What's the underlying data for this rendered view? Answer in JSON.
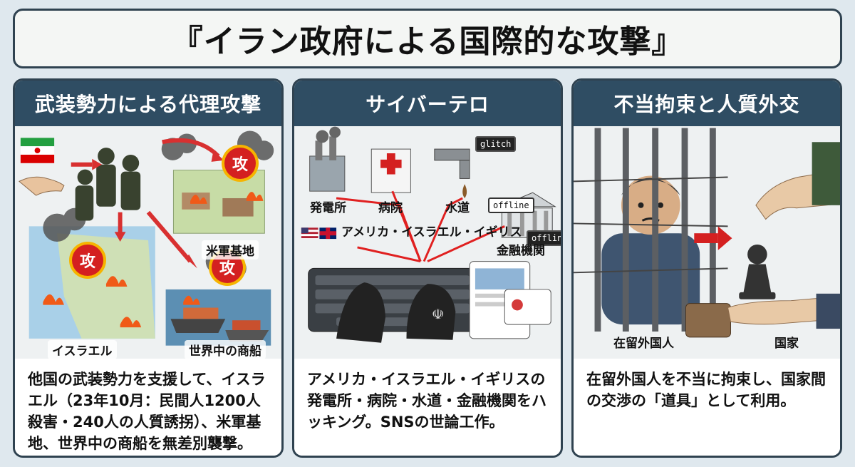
{
  "title": "『イラン政府による国際的な攻撃』",
  "panels": [
    {
      "heading": "武装勢力による代理攻撃",
      "labels": {
        "base": "米軍基地",
        "israel": "イスラエル",
        "ships": "世界中の商船",
        "attack": "攻"
      },
      "description": "他国の武装勢力を支援して、イスラエル（23年10月：民間人1200人殺害・240人の人質誘拐）、米軍基地、世界中の商船を無差別襲撃。"
    },
    {
      "heading": "サイバーテロ",
      "labels": {
        "power": "発電所",
        "hospital": "病院",
        "water": "水道",
        "countries": "アメリカ・イスラエル・イギリス",
        "finance": "金融機関"
      },
      "tags": {
        "glitch": "glitch",
        "offline1": "offline",
        "offline2": "offline"
      },
      "description": "アメリカ・イスラエル・イギリスの発電所・病院・水道・金融機関をハッキング。SNSの世論工作。"
    },
    {
      "heading": "不当拘束と人質外交",
      "labels": {
        "foreigner": "在留外国人",
        "state": "国家"
      },
      "description": "在留外国人を不当に拘束し、国家間の交渉の「道具」として利用。"
    }
  ],
  "colors": {
    "header": "#2f4d63",
    "border": "#2f4250",
    "attack": "#d42020",
    "arrow": "#d83030"
  }
}
